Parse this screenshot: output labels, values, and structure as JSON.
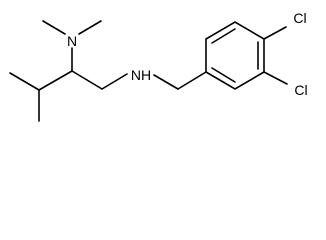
{
  "molecule": {
    "atoms": {
      "n_dimethyl": "N",
      "nh_amine": "NH",
      "cl_top": "Cl",
      "cl_bottom": "Cl"
    }
  }
}
